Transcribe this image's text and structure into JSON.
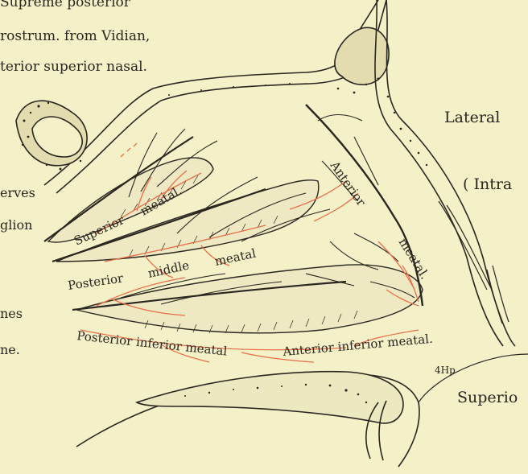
{
  "top_text": {
    "line1": "Supreme posterior",
    "line2": "rostrum. from Vidian,",
    "line3": "terior superior nasal."
  },
  "left_text": {
    "t1": "erves",
    "t2": "glion",
    "t3": "nes",
    "t4": "ne."
  },
  "right_text": {
    "lateral": "Lateral",
    "intra": "( Intra",
    "superior": "Superio",
    "initials": "4Hp"
  },
  "labels": {
    "superior_meatal_1": "Superior",
    "superior_meatal_2": "meatal.",
    "posterior_middle_1": "Posterior",
    "posterior_middle_2": "middle",
    "posterior_middle_3": "meatal",
    "anterior_meatal_1": "Anterior",
    "anterior_meatal_2": "meatal.",
    "posterior_inferior": "Posterior inferior meatal",
    "anterior_inferior": "Anterior inferior meatal."
  },
  "colors": {
    "paper": "#f4f0c8",
    "ink": "#2a2620",
    "artery": "#e8704a",
    "bone_fill": "#ece8c0"
  }
}
